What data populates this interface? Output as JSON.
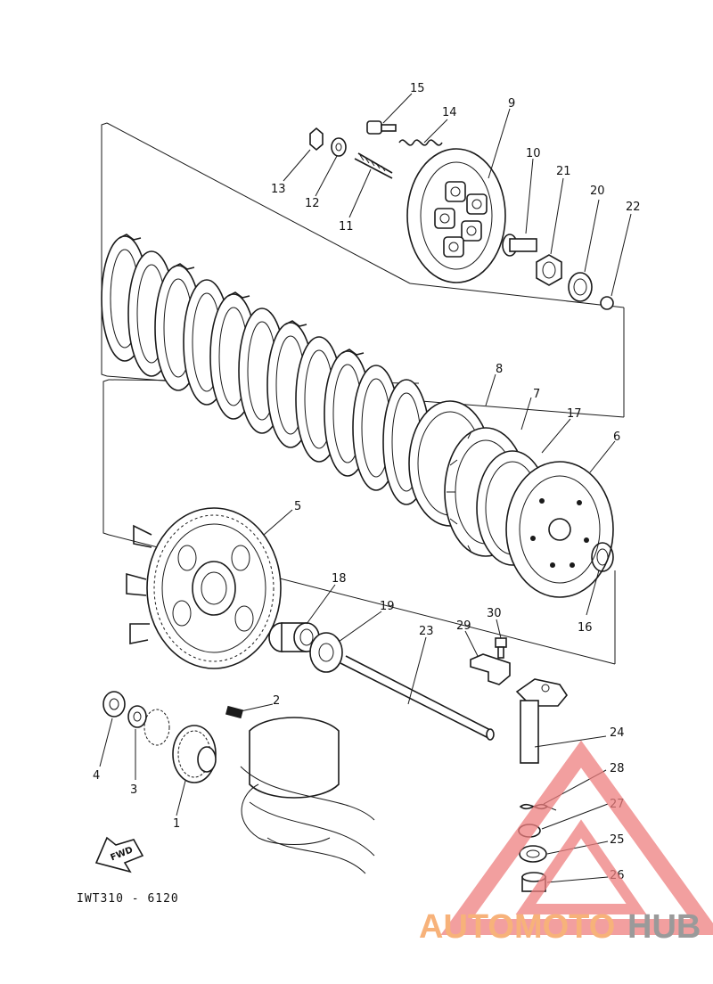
{
  "diagram": {
    "code": "IWT310 - 6120",
    "direction_label": "FWD",
    "callouts": [
      {
        "id": "c1",
        "text": "1"
      },
      {
        "id": "c2",
        "text": "2"
      },
      {
        "id": "c3",
        "text": "3"
      },
      {
        "id": "c4",
        "text": "4"
      },
      {
        "id": "c5",
        "text": "5"
      },
      {
        "id": "c6",
        "text": "6"
      },
      {
        "id": "c7",
        "text": "7"
      },
      {
        "id": "c8",
        "text": "8"
      },
      {
        "id": "c9",
        "text": "9"
      },
      {
        "id": "c10",
        "text": "10"
      },
      {
        "id": "c11",
        "text": "11"
      },
      {
        "id": "c12",
        "text": "12"
      },
      {
        "id": "c13",
        "text": "13"
      },
      {
        "id": "c14",
        "text": "14"
      },
      {
        "id": "c15",
        "text": "15"
      },
      {
        "id": "c16",
        "text": "16"
      },
      {
        "id": "c17",
        "text": "17"
      },
      {
        "id": "c18",
        "text": "18"
      },
      {
        "id": "c19",
        "text": "19"
      },
      {
        "id": "c20",
        "text": "20"
      },
      {
        "id": "c21",
        "text": "21"
      },
      {
        "id": "c22",
        "text": "22"
      },
      {
        "id": "c23",
        "text": "23"
      },
      {
        "id": "c24",
        "text": "24"
      },
      {
        "id": "c25",
        "text": "25"
      },
      {
        "id": "c26",
        "text": "26"
      },
      {
        "id": "c27",
        "text": "27"
      },
      {
        "id": "c28",
        "text": "28"
      },
      {
        "id": "c29",
        "text": "29"
      },
      {
        "id": "c30",
        "text": "30"
      }
    ]
  },
  "watermark": {
    "part1": "AUTOMOTO",
    "part2": "HUB",
    "color_primary": "#f7b27a",
    "color_secondary": "#9a9a9a",
    "logo_color": "#ee7f7f"
  }
}
